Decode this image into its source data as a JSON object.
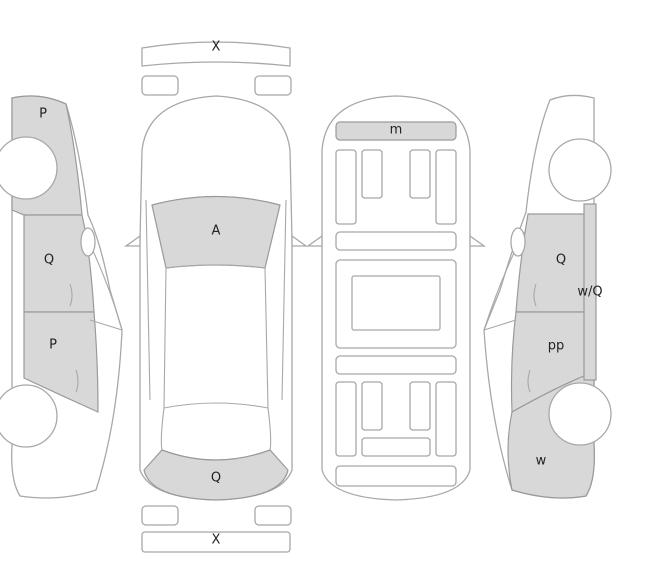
{
  "colors": {
    "damage_fill": "#d8d8d8",
    "outline": "#a8a8a8",
    "background": "#ffffff",
    "text": "#222222"
  },
  "labels": {
    "front_bumper": "X",
    "rear_bumper": "X",
    "hood": "A",
    "trunk": "Q",
    "roof_front_strip": "m",
    "left_front_fender": "P",
    "left_front_door": "Q",
    "left_rear_door": "P",
    "right_front_door": "Q",
    "right_pillar": "w/Q",
    "right_rear_door": "pp",
    "right_quarter_panel": "w"
  }
}
